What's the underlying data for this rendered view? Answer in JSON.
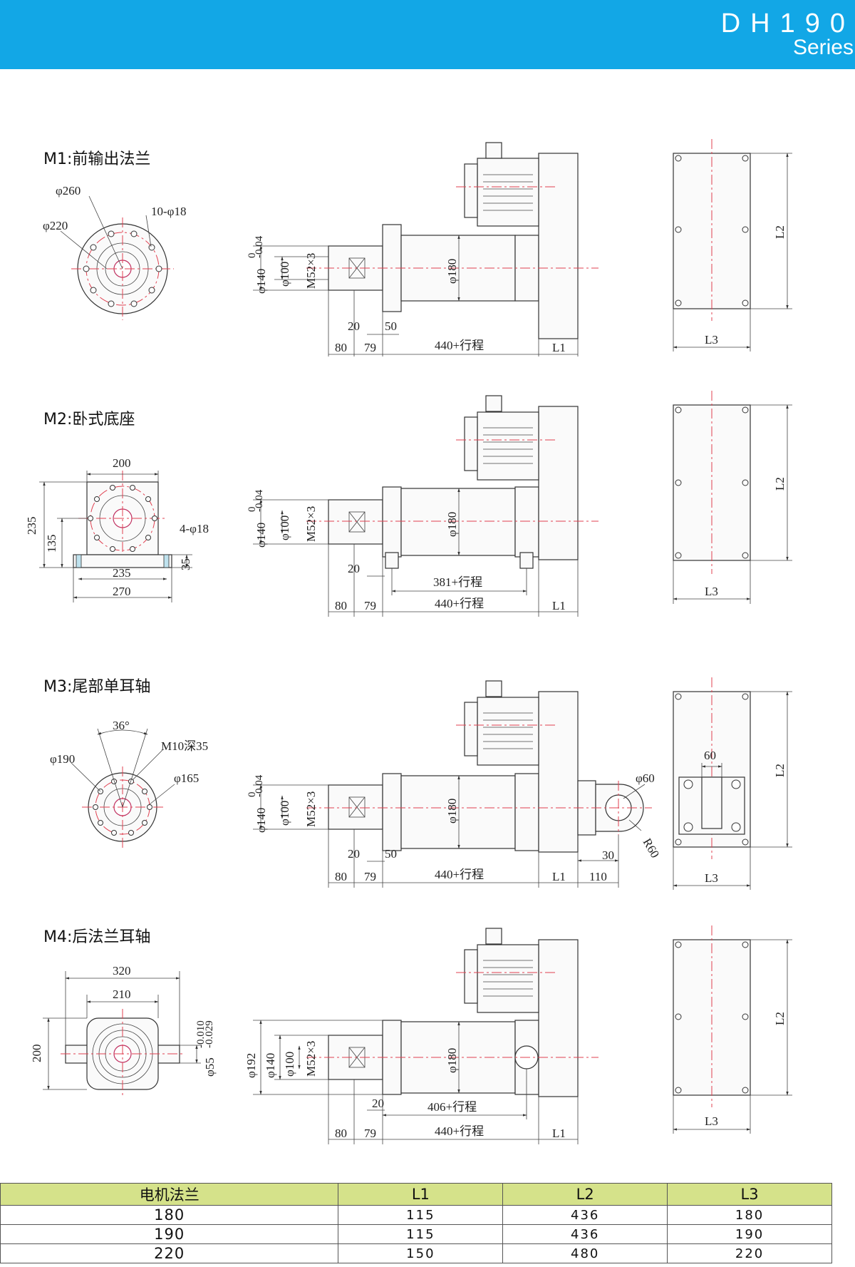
{
  "header": {
    "series_code": "DH190",
    "series_word": "Series"
  },
  "sections": [
    {
      "title": "M1:前输出法兰"
    },
    {
      "title": "M2:卧式底座"
    },
    {
      "title": "M3:尾部单耳轴"
    },
    {
      "title": "M4:后法兰耳轴"
    }
  ],
  "labels": {
    "m1": {
      "d260": "φ260",
      "d220": "φ220",
      "holes": "10-φ18",
      "d140": "φ140",
      "d140_tol_up": "0",
      "d140_tol_dn": "-0.04",
      "d100": "φ100",
      "thread": "M52×3",
      "d180": "φ180",
      "d20": "20",
      "d50": "50",
      "d80": "80",
      "d79": "79",
      "stroke": "440+行程",
      "l1": "L1",
      "l2": "L2",
      "l3": "L3"
    },
    "m2": {
      "w200": "200",
      "h235": "235",
      "h135": "135",
      "holes": "4-φ18",
      "h35": "35",
      "w235": "235",
      "w270": "270",
      "d140": "φ140",
      "d140_tol_up": "0",
      "d140_tol_dn": "-0.04",
      "d100": "φ100",
      "thread": "M52×3",
      "d180": "φ180",
      "d20": "20",
      "stroke381": "381+行程",
      "d80": "80",
      "d79": "79",
      "stroke": "440+行程",
      "l1": "L1",
      "l2": "L2",
      "l3": "L3"
    },
    "m3": {
      "angle": "36°",
      "tap": "M10深35",
      "d190": "φ190",
      "d165": "φ165",
      "d140": "φ140",
      "d140_tol_up": "0",
      "d140_tol_dn": "-0.04",
      "d100": "φ100",
      "thread": "M52×3",
      "d180": "φ180",
      "d60": "φ60",
      "r60": "R60",
      "d30": "30",
      "d20": "20",
      "d50": "50",
      "d80": "80",
      "d79": "79",
      "stroke": "440+行程",
      "l1": "L1",
      "d110": "110",
      "w60": "60",
      "l2": "L2",
      "l3": "L3"
    },
    "m4": {
      "w320": "320",
      "w210": "210",
      "h200": "200",
      "d55": "φ55",
      "d55_tol_up": "-0.010",
      "d55_tol_dn": "-0.029",
      "d192": "φ192",
      "d140": "φ140",
      "d100": "φ100",
      "thread": "M52×3",
      "d180": "φ180",
      "d20": "20",
      "stroke406": "406+行程",
      "d80": "80",
      "d79": "79",
      "stroke": "440+行程",
      "l1": "L1",
      "l2": "L2",
      "l3": "L3"
    }
  },
  "table": {
    "headers": [
      "电机法兰",
      "L1",
      "L2",
      "L3"
    ],
    "rows": [
      [
        "180",
        "115",
        "436",
        "180"
      ],
      [
        "190",
        "115",
        "436",
        "190"
      ],
      [
        "220",
        "150",
        "480",
        "220"
      ]
    ]
  },
  "colors": {
    "header_bg": "#12a7e6",
    "table_header_bg": "#d5e28a",
    "centerline": "#e04050"
  }
}
